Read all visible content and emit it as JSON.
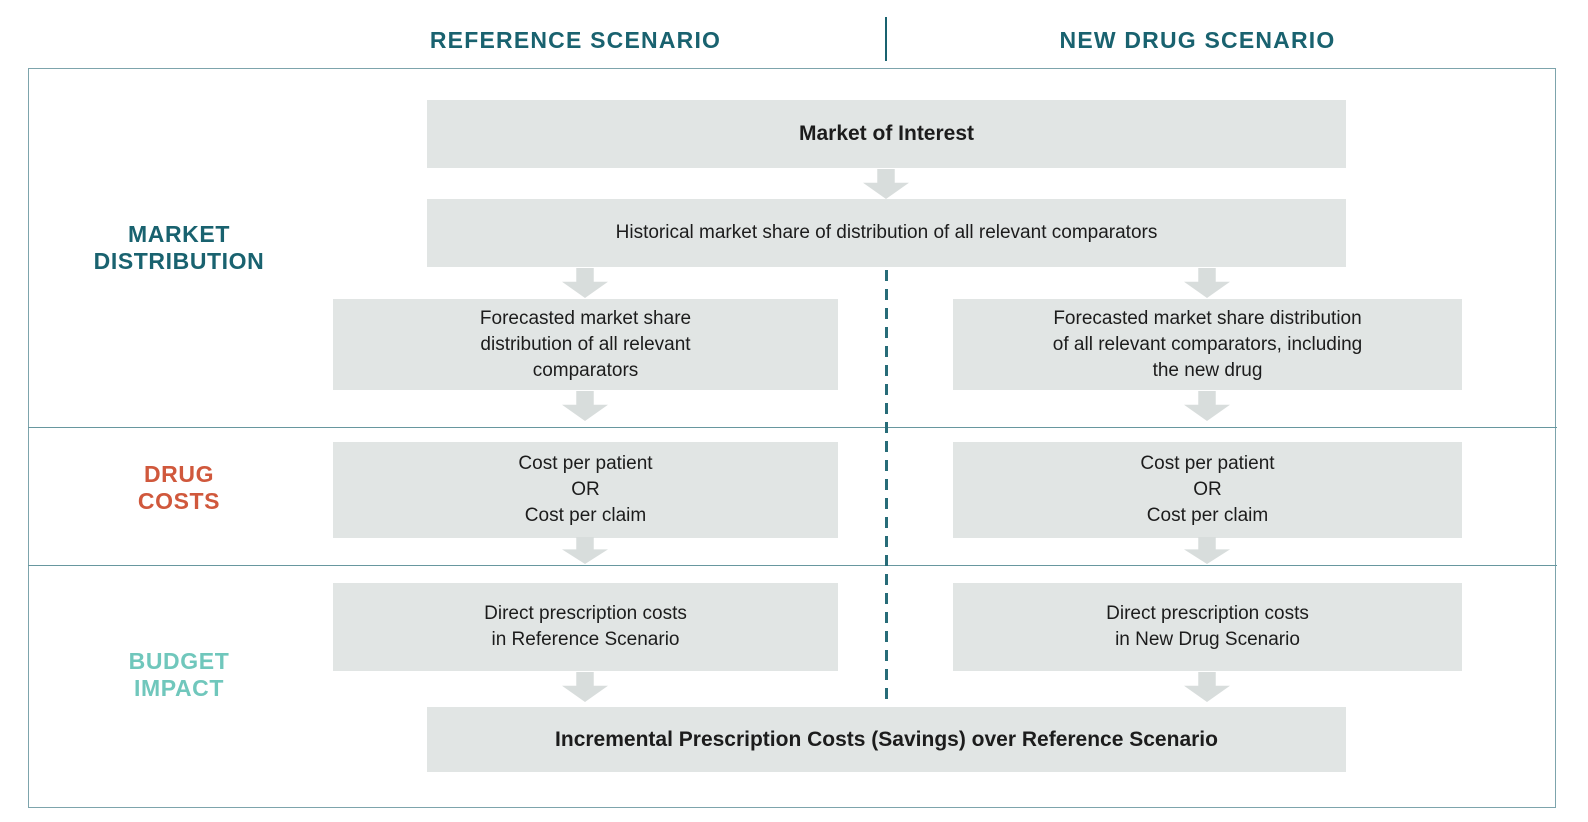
{
  "title_row": {
    "left": "REFERENCE SCENARIO",
    "right": "NEW DRUG SCENARIO"
  },
  "side_labels": {
    "market_distribution": "MARKET\nDISTRIBUTION",
    "drug_costs": "DRUG\nCOSTS",
    "budget_impact": "BUDGET\nIMPACT"
  },
  "boxes": {
    "market_of_interest": "Market of Interest",
    "historical": "Historical market share of distribution of all relevant comparators",
    "forecast_reference": "Forecasted market share\ndistribution of all relevant\ncomparators",
    "forecast_new_drug": "Forecasted market share distribution\nof all relevant comparators, including\nthe new drug",
    "cost_reference": "Cost per patient\nOR\nCost per claim",
    "cost_new_drug": "Cost per patient\nOR\nCost per claim",
    "direct_reference": "Direct prescription costs\nin Reference Scenario",
    "direct_new_drug": "Direct prescription costs\nin New Drug Scenario",
    "incremental": "Incremental Prescription Costs (Savings) over Reference Scenario"
  },
  "colors": {
    "teal_dark": "#19626f",
    "orange": "#d0583c",
    "aqua": "#70c7bc",
    "box_fill": "#e1e5e4",
    "arrow_fill": "#d8dddc",
    "grid_line": "#67979f",
    "outer_border": "#7da4ac",
    "dashed_divider": "#276c78",
    "box_text": "#1c1c1c"
  }
}
